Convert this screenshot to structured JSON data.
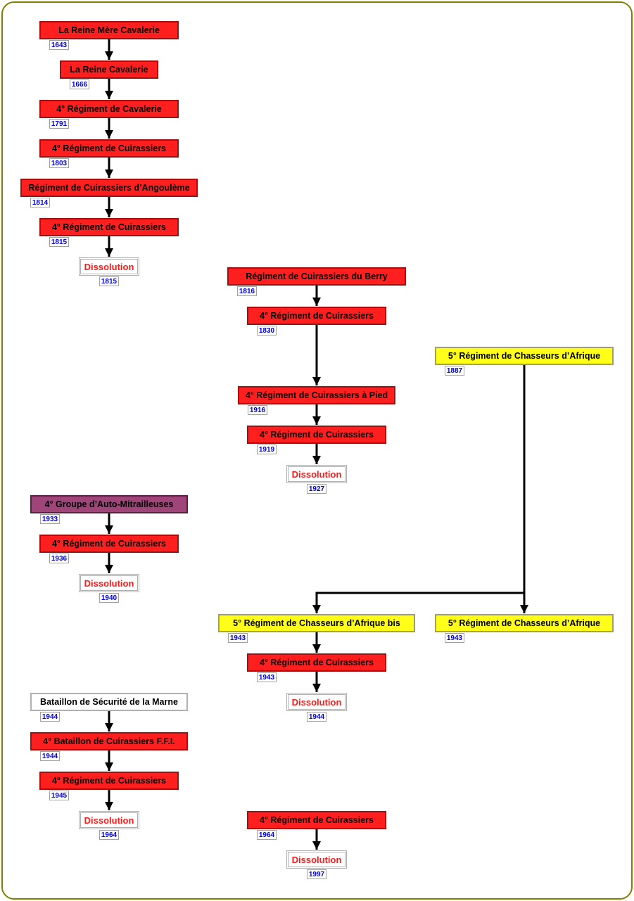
{
  "diagram": {
    "title": "Lineage of the 4e Régiment de Cuirassiers",
    "colors": {
      "regiment": "#ff1f1f",
      "chasseurs": "#ffff1a",
      "auto_mitrailleuses": "#a0457a",
      "other": "#ffffff",
      "dissolution_text": "#ff1a1a",
      "year_text": "#0000e0",
      "frame": "#808000"
    },
    "nodes": [
      {
        "id": "n1",
        "label": "La Reine Mère Cavalerie",
        "year": "1643",
        "type": "red"
      },
      {
        "id": "n2",
        "label": "La Reine Cavalerie",
        "year": "1666",
        "type": "red"
      },
      {
        "id": "n3",
        "label": "4° Régiment de Cavalerie",
        "year": "1791",
        "type": "red"
      },
      {
        "id": "n4",
        "label": "4° Régiment de Cuirassiers",
        "year": "1803",
        "type": "red"
      },
      {
        "id": "n5",
        "label": "Régiment de Cuirassiers d’Angoulème",
        "year": "1814",
        "type": "red"
      },
      {
        "id": "n6",
        "label": "4° Régiment de Cuirassiers",
        "year": "1815",
        "type": "red"
      },
      {
        "id": "n7",
        "label": "Dissolution",
        "year": "1815",
        "type": "dis"
      },
      {
        "id": "n8",
        "label": "Régiment de Cuirassiers du Berry",
        "year": "1816",
        "type": "red"
      },
      {
        "id": "n9",
        "label": "4° Régiment de Cuirassiers",
        "year": "1830",
        "type": "red"
      },
      {
        "id": "n10",
        "label": "4° Régiment de Cuirassiers à Pied",
        "year": "1916",
        "type": "red"
      },
      {
        "id": "n11",
        "label": "4° Régiment de Cuirassiers",
        "year": "1919",
        "type": "red"
      },
      {
        "id": "n12",
        "label": "Dissolution",
        "year": "1927",
        "type": "dis"
      },
      {
        "id": "n13",
        "label": "5° Régiment de Chasseurs d’Afrique",
        "year": "1887",
        "type": "yellow"
      },
      {
        "id": "n14",
        "label": "4° Groupe d’Auto-Mitrailleuses",
        "year": "1933",
        "type": "purple"
      },
      {
        "id": "n15",
        "label": "4° Régiment de Cuirassiers",
        "year": "1936",
        "type": "red"
      },
      {
        "id": "n16",
        "label": "Dissolution",
        "year": "1940",
        "type": "dis"
      },
      {
        "id": "n17",
        "label": "5° Régiment de Chasseurs d’Afrique bis",
        "year": "1943",
        "type": "yellow"
      },
      {
        "id": "n18",
        "label": "5° Régiment de Chasseurs d’Afrique",
        "year": "1943",
        "type": "yellow"
      },
      {
        "id": "n19",
        "label": "4° Régiment de Cuirassiers",
        "year": "1943",
        "type": "red"
      },
      {
        "id": "n20",
        "label": "Dissolution",
        "year": "1944",
        "type": "dis"
      },
      {
        "id": "n21",
        "label": "Bataillon de Sécurité de la Marne",
        "year": "1944",
        "type": "white"
      },
      {
        "id": "n22",
        "label": "4° Bataillon de Cuirassiers F.F.I.",
        "year": "1944",
        "type": "red"
      },
      {
        "id": "n23",
        "label": "4° Régiment de Cuirassiers",
        "year": "1945",
        "type": "red"
      },
      {
        "id": "n24",
        "label": "Dissolution",
        "year": "1964",
        "type": "dis"
      },
      {
        "id": "n25",
        "label": "4° Régiment de Cuirassiers",
        "year": "1964",
        "type": "red"
      },
      {
        "id": "n26",
        "label": "Dissolution",
        "year": "1997",
        "type": "dis"
      }
    ],
    "edges": [
      [
        "n1",
        "n2"
      ],
      [
        "n2",
        "n3"
      ],
      [
        "n3",
        "n4"
      ],
      [
        "n4",
        "n5"
      ],
      [
        "n5",
        "n6"
      ],
      [
        "n6",
        "n7"
      ],
      [
        "n8",
        "n9"
      ],
      [
        "n9",
        "n10"
      ],
      [
        "n10",
        "n11"
      ],
      [
        "n11",
        "n12"
      ],
      [
        "n13",
        "n17"
      ],
      [
        "n13",
        "n18"
      ],
      [
        "n14",
        "n15"
      ],
      [
        "n15",
        "n16"
      ],
      [
        "n17",
        "n19"
      ],
      [
        "n19",
        "n20"
      ],
      [
        "n21",
        "n22"
      ],
      [
        "n22",
        "n23"
      ],
      [
        "n23",
        "n24"
      ],
      [
        "n25",
        "n26"
      ]
    ]
  }
}
